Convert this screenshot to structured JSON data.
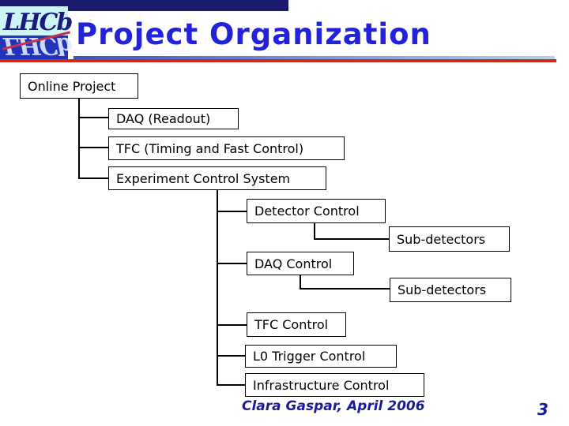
{
  "header": {
    "logo_text": "LHCb",
    "title": "Project Organization"
  },
  "colors": {
    "title_blue": "#2222dd",
    "top_bar_navy": "#1a1a6e",
    "logo_cyan": "#ccf6f6",
    "logo_blue": "#2233bb",
    "line_blue_start": "#3a55c0",
    "line_blue_end": "#b9d2ea",
    "line_red": "#cc2b1a",
    "footer_blue": "#1a1a99",
    "box_border": "#000000",
    "box_text": "#000000"
  },
  "tree": {
    "nodes": [
      {
        "id": "online-project",
        "label": "Online Project"
      },
      {
        "id": "daq-readout",
        "label": "DAQ (Readout)"
      },
      {
        "id": "tfc-timing-fast-control",
        "label": "TFC (Timing and Fast Control)"
      },
      {
        "id": "experiment-control-system",
        "label": "Experiment Control System"
      },
      {
        "id": "detector-control",
        "label": "Detector Control"
      },
      {
        "id": "sub-detectors-1",
        "label": "Sub-detectors"
      },
      {
        "id": "daq-control",
        "label": "DAQ Control"
      },
      {
        "id": "sub-detectors-2",
        "label": "Sub-detectors"
      },
      {
        "id": "tfc-control",
        "label": "TFC Control"
      },
      {
        "id": "l0-trigger-control",
        "label": "L0 Trigger Control"
      },
      {
        "id": "infrastructure-control",
        "label": "Infrastructure Control"
      }
    ],
    "hierarchy": {
      "Online Project": [
        "DAQ (Readout)",
        "TFC (Timing and Fast Control)",
        "Experiment Control System"
      ],
      "Experiment Control System": [
        "Detector Control",
        "DAQ Control",
        "TFC Control",
        "L0 Trigger Control",
        "Infrastructure Control"
      ],
      "Detector Control": [
        "Sub-detectors"
      ],
      "DAQ Control": [
        "Sub-detectors"
      ]
    }
  },
  "footer": {
    "credit": "Clara Gaspar, April 2006",
    "page_number": "3"
  }
}
